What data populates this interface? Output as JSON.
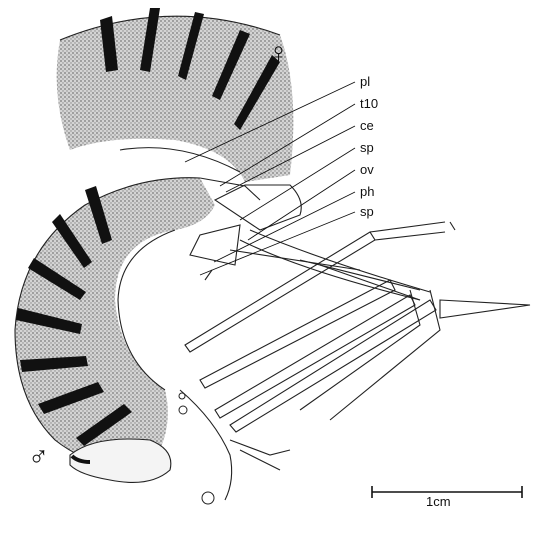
{
  "labels": [
    {
      "id": "pl",
      "text": "pl"
    },
    {
      "id": "t10",
      "text": "t10"
    },
    {
      "id": "ce",
      "text": "ce"
    },
    {
      "id": "sp1",
      "text": "sp"
    },
    {
      "id": "ov",
      "text": "ov"
    },
    {
      "id": "ph",
      "text": "ph"
    },
    {
      "id": "sp2",
      "text": "sp"
    }
  ],
  "female_symbol": "♀",
  "male_symbol": "♂",
  "scale_bar": {
    "label": "1cm"
  },
  "colors": {
    "ink": "#111111",
    "stipple": "#9a9a9a",
    "background": "#ffffff"
  }
}
